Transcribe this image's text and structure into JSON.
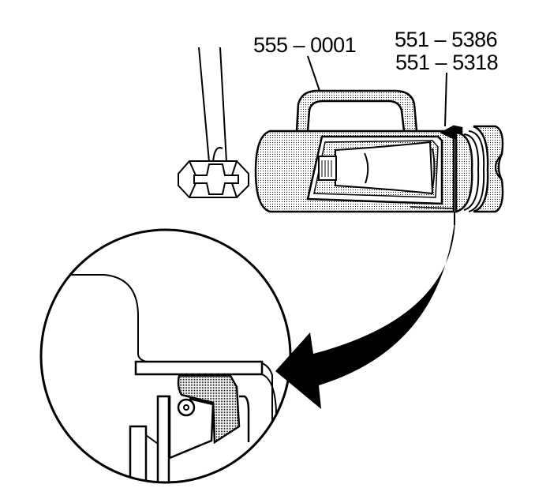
{
  "diagram": {
    "type": "service-manual-illustration",
    "callouts": [
      {
        "id": "tool-handle-puller",
        "label": "555 – 0001"
      },
      {
        "id": "seal-1",
        "label": "551 – 5386"
      },
      {
        "id": "seal-2",
        "label": "551 – 5318"
      }
    ],
    "components": [
      {
        "name": "slide-hammer",
        "desc": "hammer head with vertical shaft"
      },
      {
        "name": "installer-tool",
        "desc": "cylindrical tool body with handle, cutaway view"
      },
      {
        "name": "seal-assembly",
        "desc": "seal at right end of tool"
      },
      {
        "name": "detail-magnifier",
        "desc": "circular enlarged detail of seal seating"
      },
      {
        "name": "detail-arrow",
        "desc": "curved black arrow pointing to detail view"
      }
    ],
    "colors": {
      "line": "#000000",
      "background": "#ffffff",
      "stipple": "#000000"
    }
  }
}
